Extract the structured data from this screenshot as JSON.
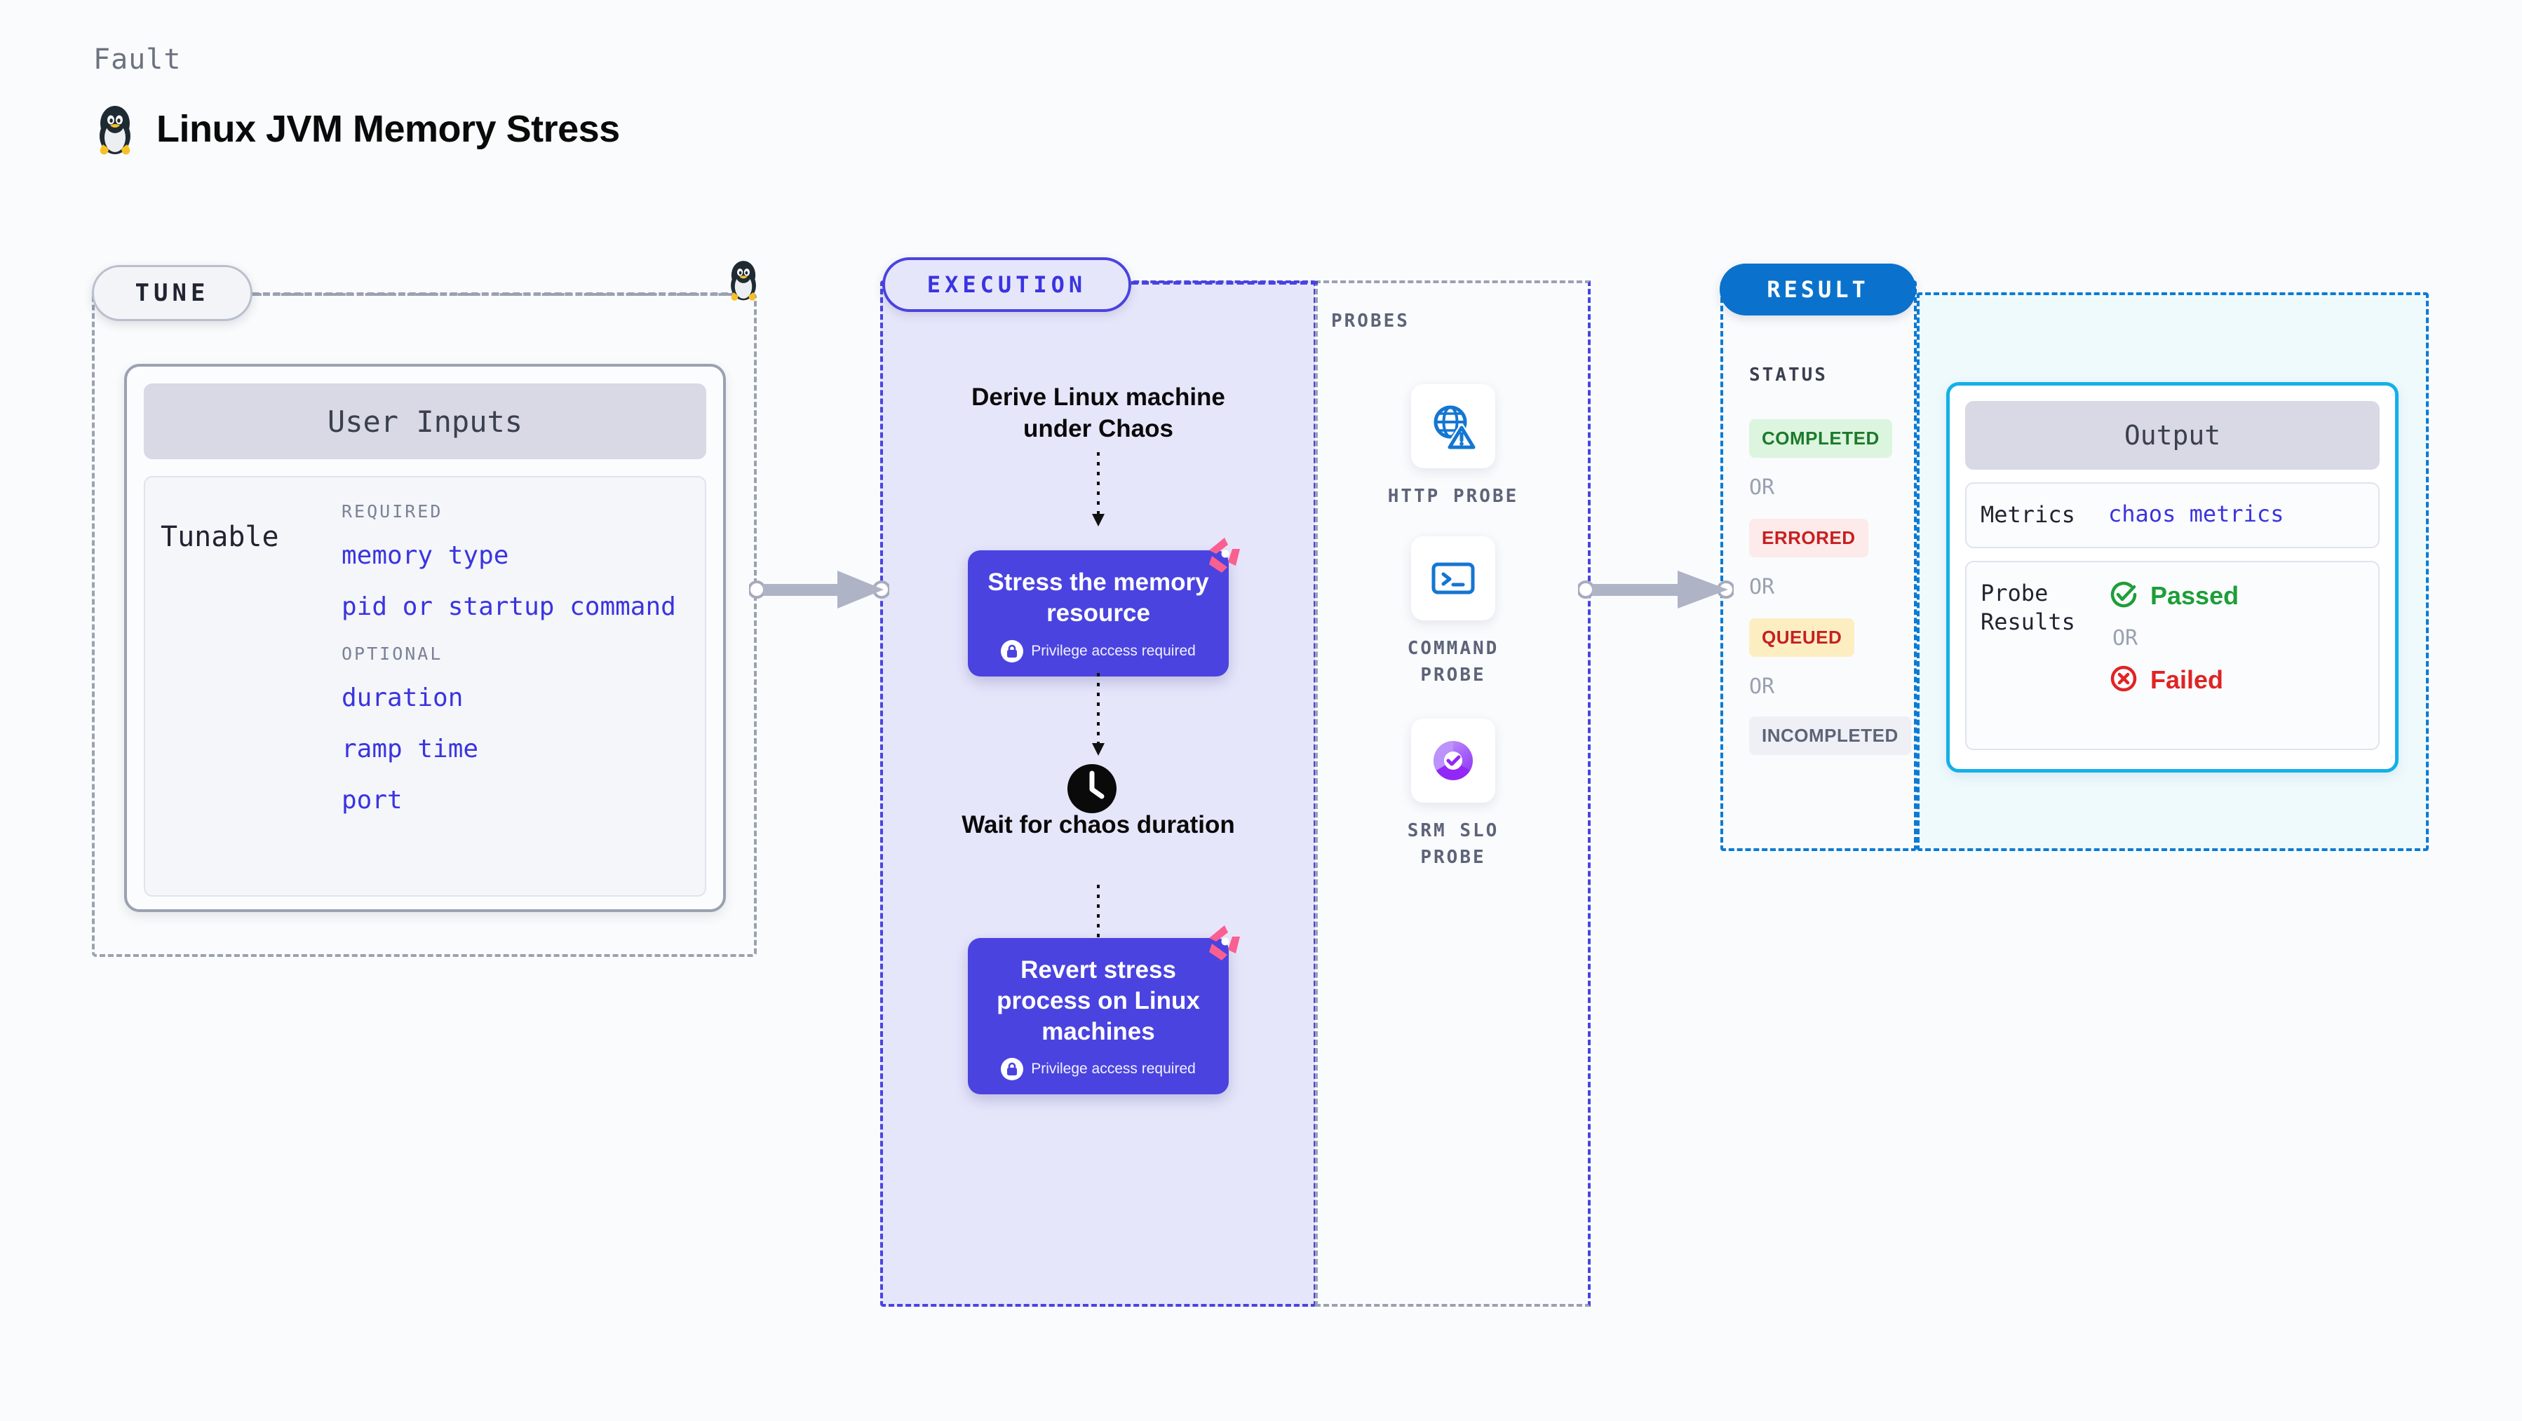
{
  "header": {
    "fault_label": "Fault",
    "title": "Linux JVM Memory Stress",
    "icon": "tux-penguin-icon"
  },
  "tune": {
    "badge": "TUNE",
    "card_title": "User Inputs",
    "tunable_label": "Tunable",
    "required_label": "REQUIRED",
    "optional_label": "OPTIONAL",
    "required": [
      "memory type",
      "pid or startup command"
    ],
    "optional": [
      "duration",
      "ramp time",
      "port"
    ]
  },
  "execution": {
    "badge": "EXECUTION",
    "step1": "Derive Linux machine under Chaos",
    "card1_title": "Stress the memory resource",
    "card1_note": "Privilege access required",
    "wait_step": "Wait for chaos duration",
    "card2_title": "Revert stress process on Linux machines",
    "card2_note": "Privilege access required"
  },
  "probes": {
    "section_label": "PROBES",
    "items": [
      {
        "name": "HTTP PROBE",
        "icon": "globe-warning-icon"
      },
      {
        "name": "COMMAND PROBE",
        "icon": "terminal-icon"
      },
      {
        "name": "SRM SLO PROBE",
        "icon": "slo-donut-check-icon"
      }
    ]
  },
  "result": {
    "badge": "RESULT",
    "status_label": "STATUS",
    "or_label": "OR",
    "statuses": [
      {
        "label": "COMPLETED",
        "bg": "#dcf5df",
        "fg": "#1d7a2b"
      },
      {
        "label": "ERRORED",
        "bg": "#fdeaea",
        "fg": "#c62020"
      },
      {
        "label": "QUEUED",
        "bg": "#fdeec2",
        "fg": "#c62020"
      },
      {
        "label": "INCOMPLETED",
        "bg": "#eef0f5",
        "fg": "#5d6478"
      }
    ],
    "output": {
      "title": "Output",
      "metrics_label": "Metrics",
      "metrics_value": "chaos metrics",
      "probe_results_label": "Probe Results",
      "passed_label": "Passed",
      "failed_label": "Failed",
      "or_label": "OR"
    }
  },
  "colors": {
    "indigo": "#4a43e0",
    "blue": "#0a72cc",
    "cyan": "#14b0e8",
    "green": "#1d9e38",
    "red": "#e02424",
    "pink": "#f8568f",
    "gray_dash": "#9aa1b1"
  }
}
